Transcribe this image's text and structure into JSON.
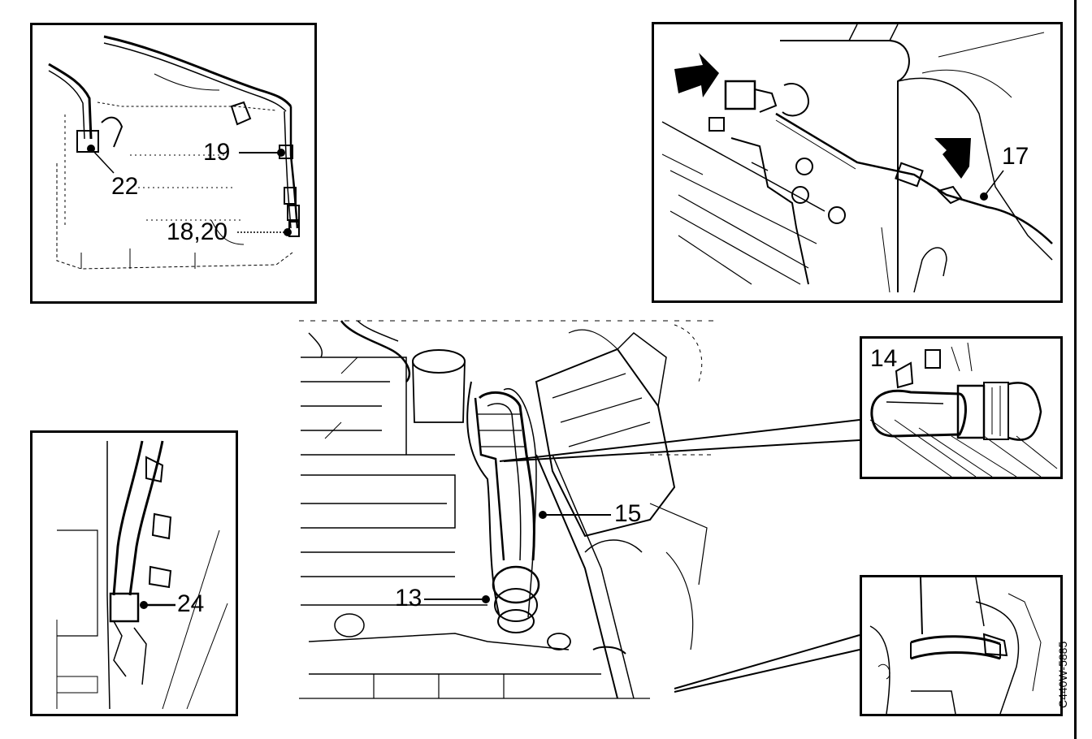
{
  "labels": {
    "l22": "22",
    "l19": "19",
    "l1820": "18,20",
    "l17": "17",
    "l14": "14",
    "l15": "15",
    "l13": "13",
    "l24": "24"
  },
  "figure_code": "C440W-5885",
  "colors": {
    "ink": "#000000",
    "paper": "#ffffff"
  }
}
